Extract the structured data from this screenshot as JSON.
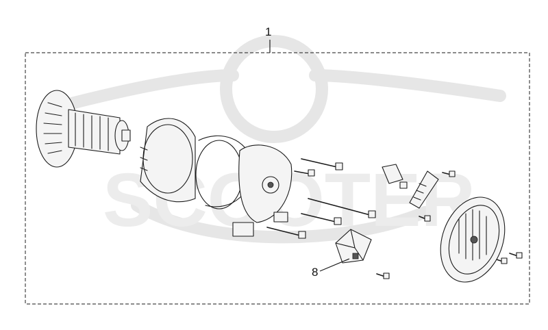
{
  "callouts": [
    {
      "id": "assembly",
      "label": "1"
    },
    {
      "id": "regulator",
      "label": "8"
    }
  ],
  "watermark": {
    "text": "SCOOTER",
    "color": "#e6e6e6"
  },
  "colors": {
    "line": "#1a1a1a",
    "frame": "#444444",
    "background": "#ffffff"
  }
}
